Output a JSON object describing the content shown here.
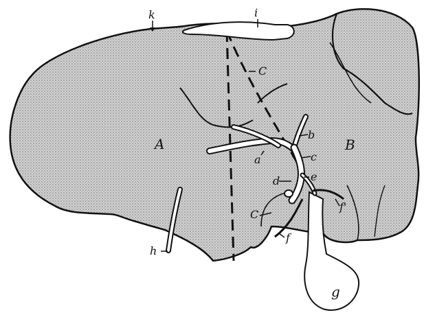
{
  "diagram": {
    "colors": {
      "organ_fill": "#c9c9c9",
      "stipple": "#7a7a7a",
      "outline": "#111111",
      "vessel_fill": "#ffffff",
      "background": "#ffffff"
    },
    "labels": {
      "A": "A",
      "B": "B",
      "a": "a",
      "b": "b",
      "c_small": "c",
      "C_upper": "C",
      "C_lower": "C",
      "d": "d",
      "e": "e",
      "f_prime": "f'",
      "f": "f",
      "g": "g",
      "h": "h",
      "i": "i",
      "k": "k"
    }
  }
}
